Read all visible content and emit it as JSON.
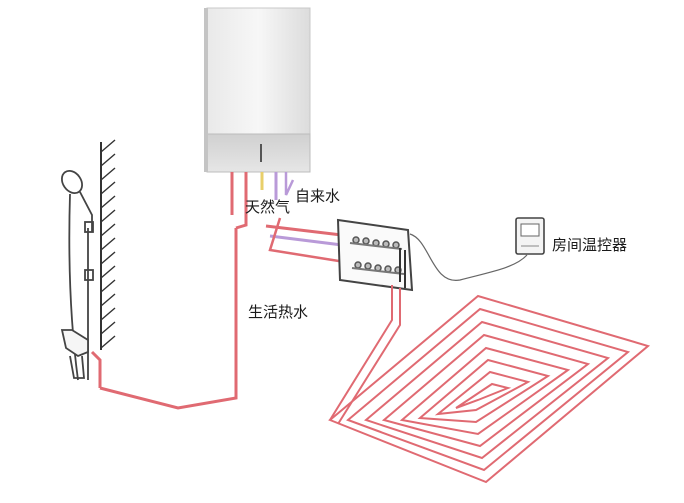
{
  "labels": {
    "natural_gas": "天然气",
    "tap_water": "自来水",
    "room_thermostat": "房间温控器",
    "domestic_hot_water": "生活热水"
  },
  "colors": {
    "pipe_hot": "#e06a72",
    "pipe_cold": "#b99ad8",
    "pipe_gas": "#e8cf6a",
    "boiler_body": "#f2f2f2",
    "boiler_bottom": "#d8d8d8",
    "wall_hatch": "#333333",
    "text": "#1a1a1a"
  },
  "icons": {
    "boiler": "wall-boiler-icon",
    "shower": "shower-head-icon",
    "thermostat": "thermostat-icon",
    "manifold": "manifold-icon",
    "floor_heating": "floor-heating-coil-icon"
  }
}
